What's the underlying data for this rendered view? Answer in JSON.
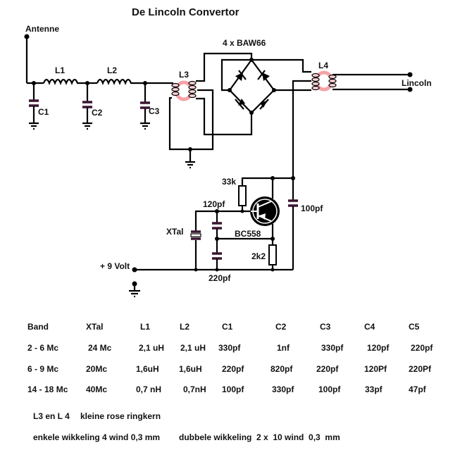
{
  "title": "De Lincoln Convertor",
  "schematic": {
    "antenna_label": "Antenne",
    "output_label": "Lincoln",
    "diodes_label": "4 x BAW66",
    "inductors": [
      "L1",
      "L2",
      "L3",
      "L4"
    ],
    "capacitors": [
      "C1",
      "C2",
      "C3"
    ],
    "r_base": "33k",
    "r_emitter": "2k2",
    "c_top": "120pf",
    "c_bottom": "220pf",
    "c_coupling": "100pf",
    "crystal": "XTal",
    "transistor": "BC558",
    "supply": "+ 9 Volt"
  },
  "table": {
    "headers": [
      "Band",
      "XTal",
      "L1",
      "L2",
      "C1",
      "C2",
      "C3",
      "C4",
      "C5"
    ],
    "rows": [
      [
        "2 - 6 Mc",
        "24 Mc",
        "2,1 uH",
        "2,1 uH",
        "330pf",
        "1nf",
        "330pf",
        "120pf",
        "220pf"
      ],
      [
        "6 - 9 Mc",
        "20Mc",
        "1,6uH",
        "1,6uH",
        "220pf",
        "820pf",
        "220pf",
        "120Pf",
        "220Pf"
      ],
      [
        "14 - 18 Mc",
        "40Mc",
        "0,7 nH",
        "0,7nH",
        "100pf",
        "330pf",
        "100pf",
        "33pf",
        "47pf"
      ]
    ]
  },
  "notes": {
    "line1_a": "L3 en L 4",
    "line1_b": "kleine rose ringkern",
    "line2_a": "enkele wikkeling 4 wind 0,3 mm",
    "line2_b": "dubbele wikkeling  2 x  10 wind  0,3  mm"
  },
  "colors": {
    "wire": "#000000",
    "capacitor": "#3a1530",
    "ring_core": "#f4a3a8"
  }
}
